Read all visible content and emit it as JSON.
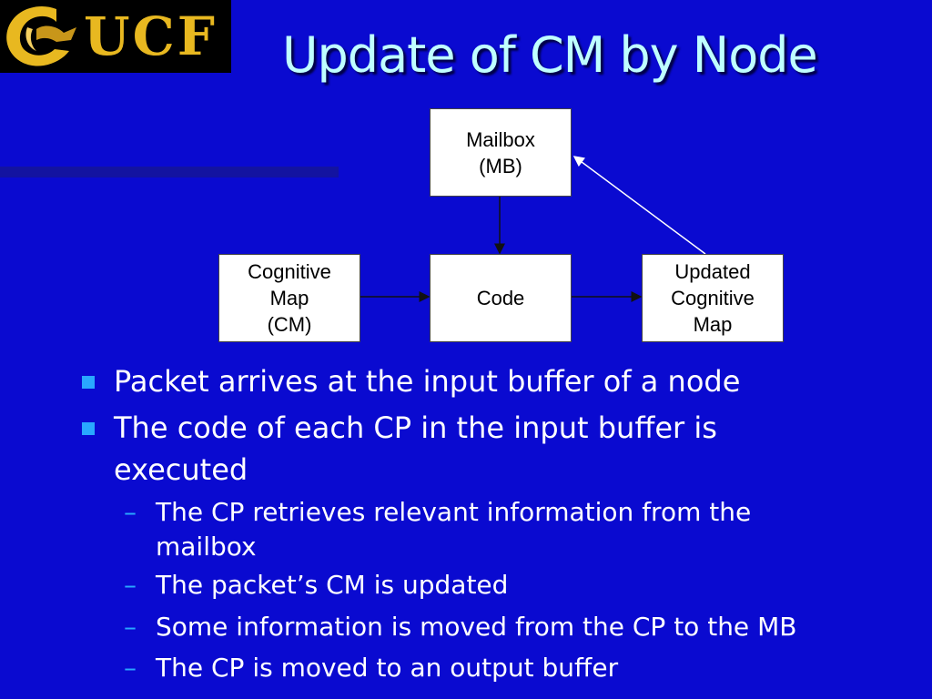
{
  "logo": {
    "text": "UCF",
    "brand_color": "#e8b820"
  },
  "slide": {
    "title": "Update of CM by Node"
  },
  "diagram": {
    "mailbox": "Mailbox\n(MB)",
    "cognitive_map": "Cognitive\nMap\n(CM)",
    "code": "Code",
    "updated_map": "Updated\nCognitive\nMap"
  },
  "bullets": [
    {
      "text": "Packet arrives at the input buffer of a node"
    },
    {
      "text": "The code of each CP in the input buffer is executed"
    }
  ],
  "subbullets": [
    {
      "marker": "–",
      "text": "The CP retrieves relevant information from the mailbox"
    },
    {
      "marker": "–",
      "text": "The packet’s CM is updated"
    },
    {
      "marker": "–",
      "text": "Some information is moved from the CP to the MB"
    },
    {
      "marker": "–",
      "text": "The CP is moved to an output buffer"
    }
  ],
  "colors": {
    "background": "#0a0ad0",
    "title": "#bfffff",
    "bullet_marker": "#29a8ff"
  }
}
